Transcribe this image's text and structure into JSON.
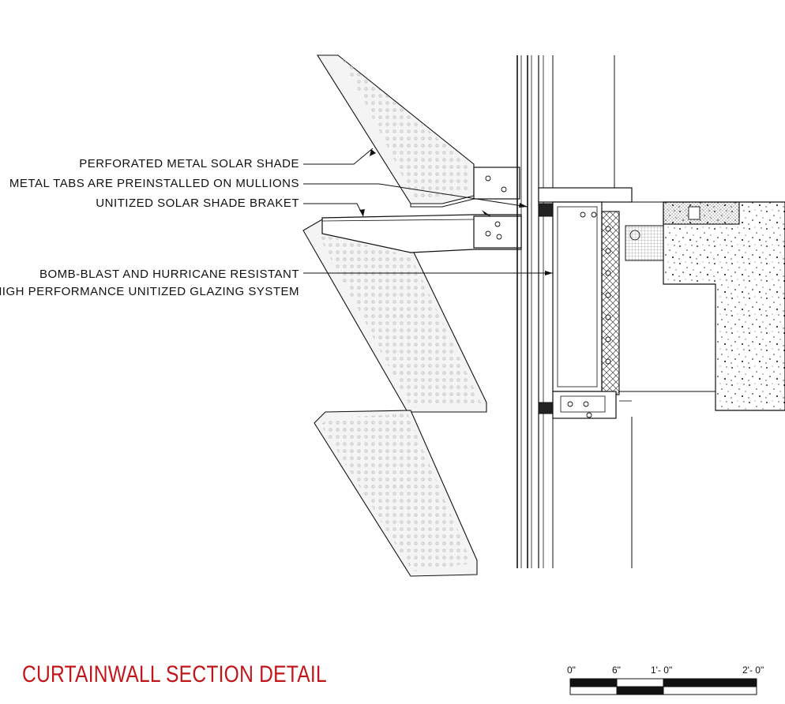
{
  "callouts": {
    "solar_shade": "PERFORATED METAL SOLAR SHADE",
    "metal_tabs": "METAL TABS ARE PREINSTALLED ON MULLIONS",
    "bracket": "UNITIZED SOLAR SHADE BRAKET",
    "glazing_line1": "BOMB-BLAST AND HURRICANE RESISTANT",
    "glazing_line2": "HIGH PERFORMANCE UNITIZED GLAZING SYSTEM"
  },
  "title": "CURTAINWALL SECTION DETAIL",
  "scale_bar": {
    "labels": [
      "0\"",
      "6\"",
      "1'- 0\"",
      "2'- 0\""
    ]
  },
  "colors": {
    "title": "#c2161b",
    "line": "#111111",
    "shade_fill": "#f4f4f4",
    "concrete": "#ffffff"
  }
}
